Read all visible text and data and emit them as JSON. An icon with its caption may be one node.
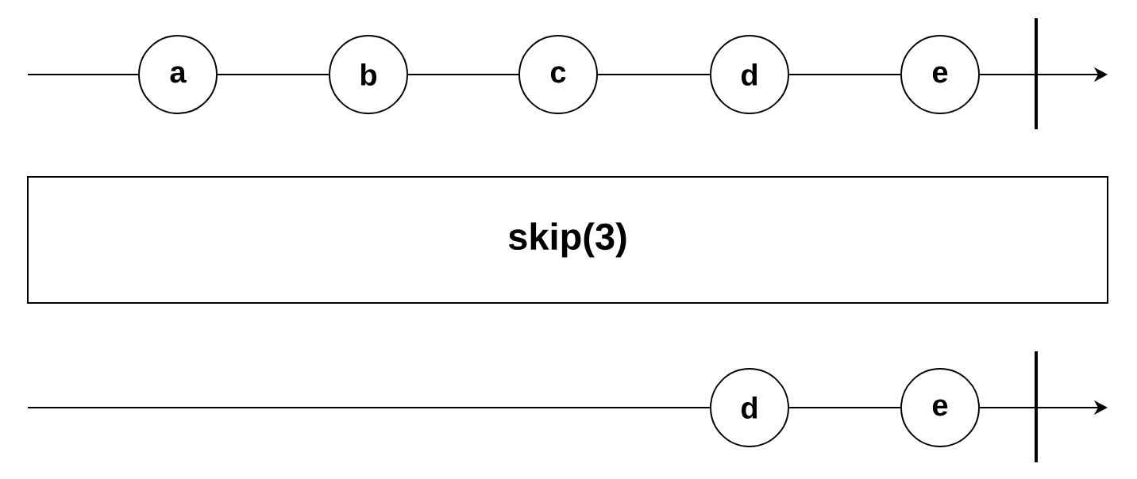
{
  "diagram": {
    "nodes": [
      {
        "text": [
          "a"
        ]
      },
      {
        "text": [
          "b"
        ]
      },
      {
        "text": [
          "c"
        ]
      },
      {
        "text": [
          "d"
        ]
      },
      {
        "text": [
          "e"
        ]
      },
      {
        "text": [
          "skip(3)"
        ]
      },
      {
        "text": [
          "d"
        ]
      },
      {
        "text": [
          "e"
        ]
      }
    ],
    "edges": [
      {
        "from": null,
        "to": 0,
        "arrow": "none"
      },
      {
        "from": 0,
        "to": 1,
        "arrow": "none"
      },
      {
        "from": 1,
        "to": 2,
        "arrow": "none"
      },
      {
        "from": 2,
        "to": 3,
        "arrow": "none"
      },
      {
        "from": 3,
        "to": 4,
        "arrow": "none"
      },
      {
        "from": 4,
        "to": null,
        "arrow": "to"
      },
      {
        "from": null,
        "to": 6,
        "arrow": "none"
      },
      {
        "from": 6,
        "to": 7,
        "arrow": "none"
      },
      {
        "from": 7,
        "to": null,
        "arrow": "to"
      }
    ]
  }
}
